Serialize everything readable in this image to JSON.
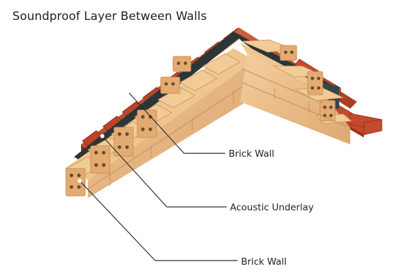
{
  "title": "Soundproof Layer Between Walls",
  "callouts": [
    {
      "id": "brick-wall-upper",
      "label": "Brick Wall"
    },
    {
      "id": "acoustic-underlay",
      "label": "Acoustic Underlay"
    },
    {
      "id": "brick-wall-lower",
      "label": "Brick Wall"
    }
  ],
  "colors": {
    "inner_brick": "#e9ba84",
    "inner_brick_shadow": "#cf955d",
    "outer_brick": "#c44a2e",
    "outer_brick_dark": "#8e2c18",
    "underlay": "#2a3638",
    "leader_line": "#2b2b2b",
    "marker": "#ffffff"
  }
}
